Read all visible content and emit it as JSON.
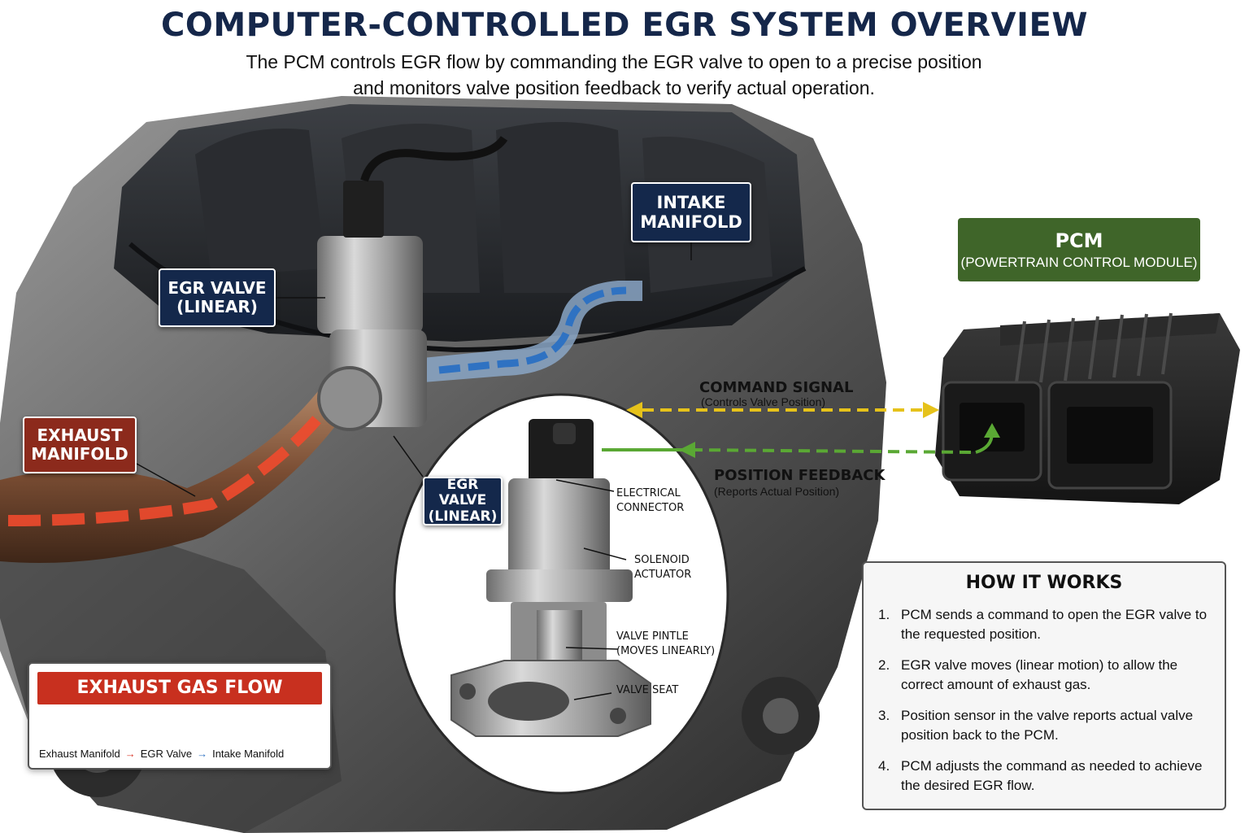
{
  "header": {
    "title": "COMPUTER-CONTROLLED EGR SYSTEM OVERVIEW",
    "subtitle_line1": "The PCM controls EGR flow by commanding the EGR valve to open to a precise position",
    "subtitle_line2": "and monitors valve position feedback to verify actual operation."
  },
  "labels": {
    "intake_manifold": {
      "line1": "INTAKE",
      "line2": "MANIFOLD"
    },
    "egr_valve": {
      "line1": "EGR VALVE",
      "line2": "(LINEAR)"
    },
    "exhaust_manifold": {
      "line1": "EXHAUST",
      "line2": "MANIFOLD"
    },
    "egr_valve_inset": {
      "line1": "EGR VALVE",
      "line2": "(LINEAR)"
    }
  },
  "pcm": {
    "title": "PCM",
    "subtitle": "(POWERTRAIN CONTROL MODULE)"
  },
  "signals": {
    "command_title": "COMMAND SIGNAL",
    "command_sub": "(Controls Valve Position)",
    "feedback_title": "POSITION FEEDBACK",
    "feedback_sub": "(Reports Actual Position)"
  },
  "valve_parts": {
    "connector_l1": "ELECTRICAL",
    "connector_l2": "CONNECTOR",
    "solenoid_l1": "SOLENOID",
    "solenoid_l2": "ACTUATOR",
    "pintle_l1": "VALVE PINTLE",
    "pintle_l2": "(MOVES LINEARLY)",
    "seat": "VALVE SEAT"
  },
  "flow_legend": {
    "title": "EXHAUST GAS FLOW",
    "step1": "Exhaust Manifold",
    "step2": "EGR Valve",
    "step3": "Intake Manifold",
    "arrow": "→"
  },
  "how_it_works": {
    "title": "HOW IT WORKS",
    "steps": [
      {
        "num": "1.",
        "text": "PCM sends a command to open the EGR valve to the requested position."
      },
      {
        "num": "2.",
        "text": "EGR valve moves (linear motion) to allow the correct amount of exhaust gas."
      },
      {
        "num": "3.",
        "text": "Position sensor in the valve reports actual valve position back to the PCM."
      },
      {
        "num": "4.",
        "text": "PCM adjusts the command as needed to achieve the desired EGR flow."
      }
    ]
  },
  "colors": {
    "navy_label": "#14284b",
    "rust_label": "#8c2a1c",
    "pcm_green": "#3f6529",
    "command_yellow": "#e6c21a",
    "feedback_green": "#5aa834",
    "exhaust_red": "#d8392a",
    "intake_blue": "#2f72c2"
  }
}
